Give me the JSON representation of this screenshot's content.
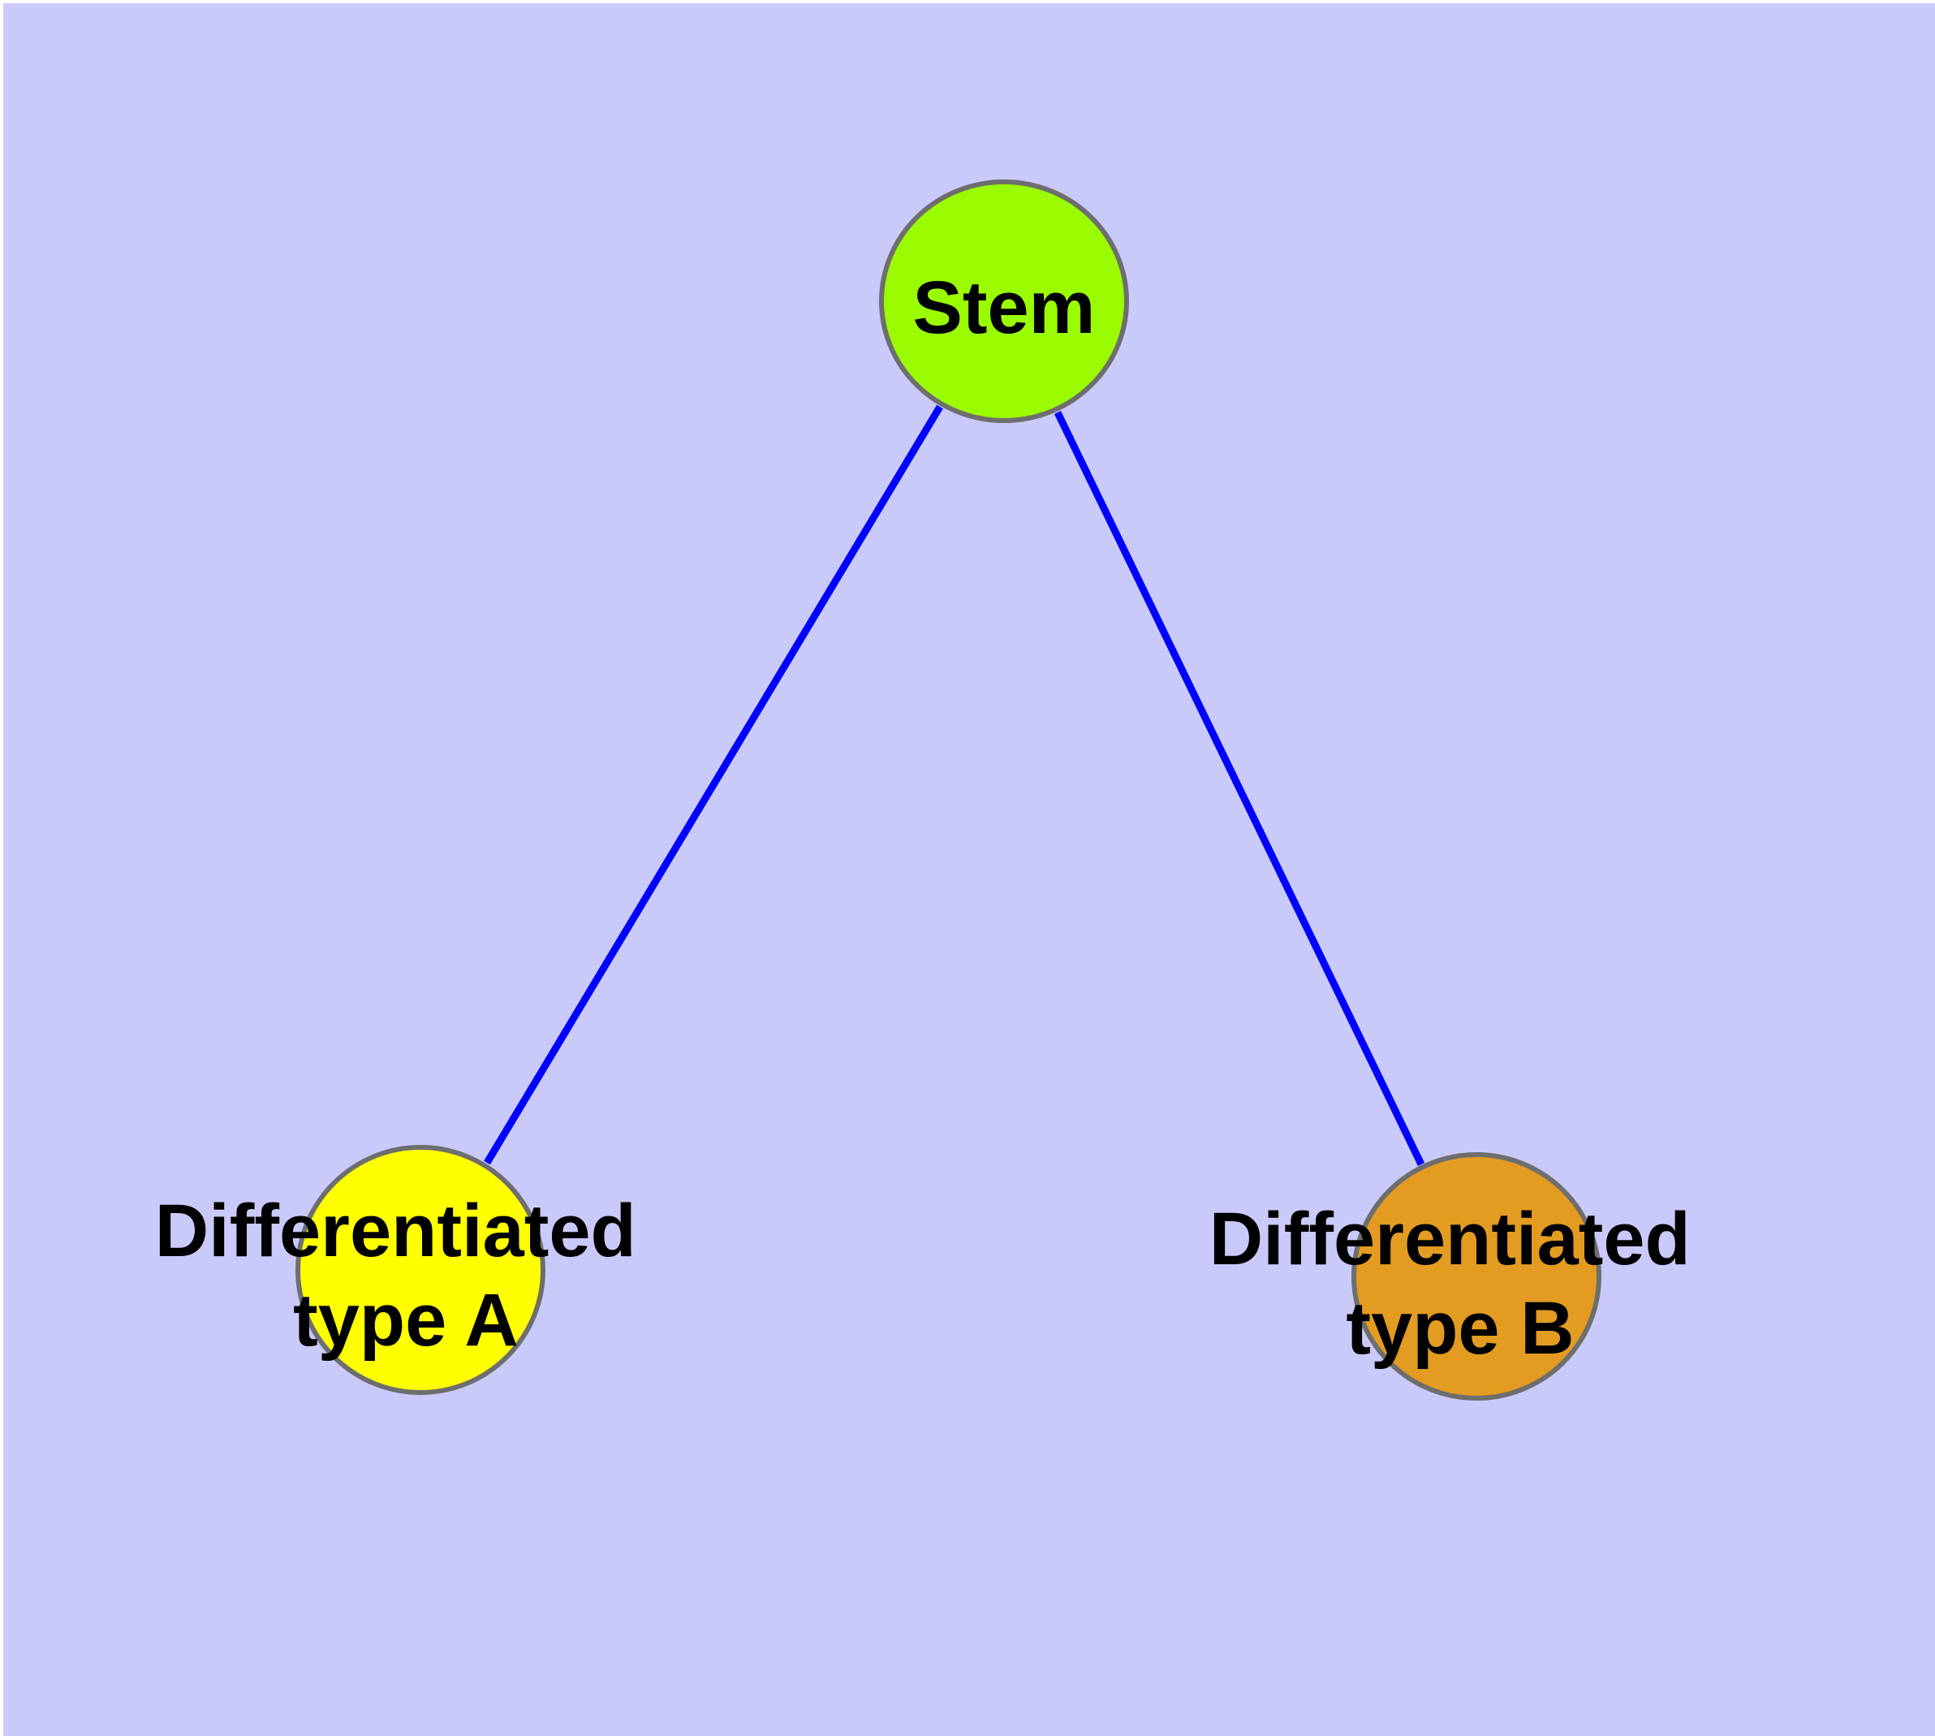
{
  "canvas": {
    "page_background": "#ffffff",
    "background": "#cacafa"
  },
  "style": {
    "edge_color": "#0000ff",
    "node_border_color": "#6e6e6e",
    "label_color": "#000000"
  },
  "nodes": [
    {
      "name": "stem",
      "lines": [
        "Stem"
      ],
      "fill": "#9bfb00"
    },
    {
      "name": "differentiated-type-a",
      "lines": [
        "Differentiated",
        "type A"
      ],
      "fill": "#ffff00"
    },
    {
      "name": "differentiated-type-b",
      "lines": [
        "Differentiated",
        "type B"
      ],
      "fill": "#e39b21"
    }
  ],
  "edges": [
    {
      "name": "stem-to-type-a",
      "from": "stem",
      "to": "differentiated-type-a"
    },
    {
      "name": "stem-to-type-b",
      "from": "stem",
      "to": "differentiated-type-b"
    }
  ]
}
